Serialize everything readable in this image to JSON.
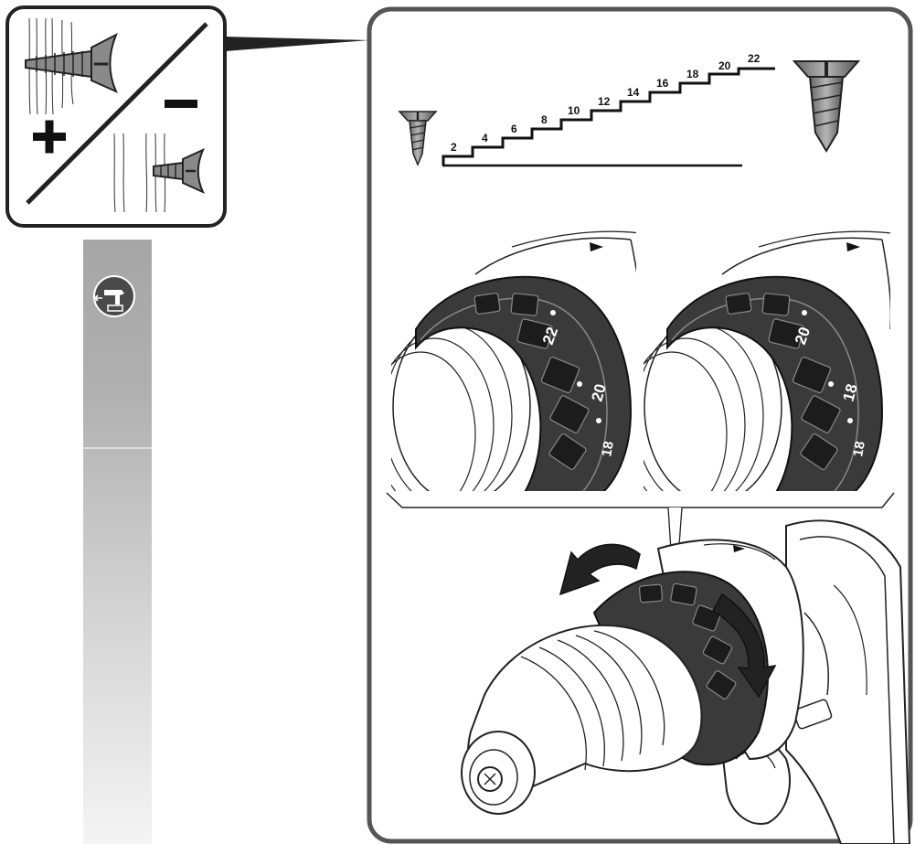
{
  "torque_legend": {
    "plus_sign": "+",
    "minus_sign": "−"
  },
  "torque_scale": {
    "steps": [
      "2",
      "4",
      "6",
      "8",
      "10",
      "12",
      "14",
      "16",
      "18",
      "20",
      "22"
    ]
  },
  "dial_left": {
    "numbers": [
      "22",
      "20",
      "18"
    ]
  },
  "dial_right": {
    "numbers": [
      "20",
      "18",
      "18"
    ]
  },
  "sidebar": {
    "icon": "drill-battery-icon"
  },
  "colors": {
    "outline": "#222222",
    "sidebar_gray": "#a8a8a8",
    "frame": "#555555"
  }
}
